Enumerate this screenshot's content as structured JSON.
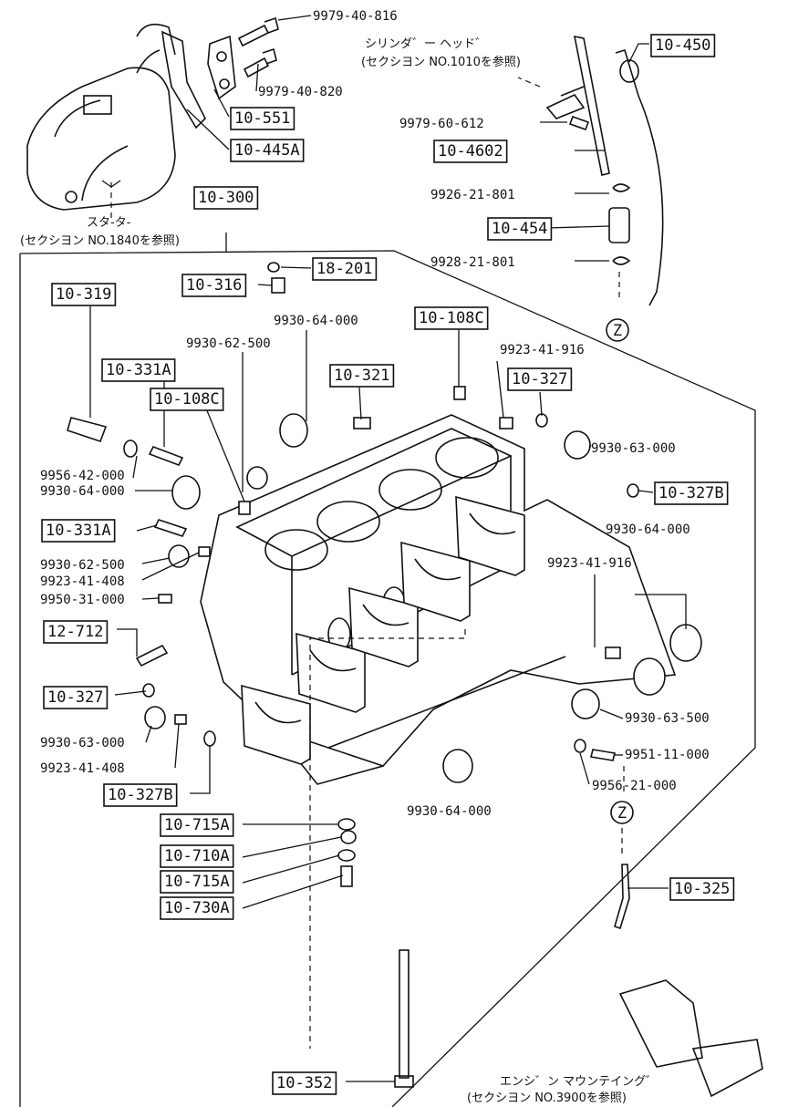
{
  "callouts": [
    {
      "text": "9979-40-816",
      "boxed": false
    },
    {
      "text": "9979-40-820",
      "boxed": false
    },
    {
      "text": "10-551",
      "boxed": true
    },
    {
      "text": "10-445A",
      "boxed": true
    },
    {
      "text": "10-300",
      "boxed": true
    },
    {
      "text": "10-450",
      "boxed": true
    },
    {
      "text": "9979-60-612",
      "boxed": false
    },
    {
      "text": "10-4602",
      "boxed": true
    },
    {
      "text": "9926-21-801",
      "boxed": false
    },
    {
      "text": "10-454",
      "boxed": true
    },
    {
      "text": "9928-21-801",
      "boxed": false
    },
    {
      "text": "18-201",
      "boxed": true
    },
    {
      "text": "10-316",
      "boxed": true
    },
    {
      "text": "9930-64-000",
      "boxed": false
    },
    {
      "text": "10-108C",
      "boxed": true
    },
    {
      "text": "10-319",
      "boxed": true
    },
    {
      "text": "9930-62-500",
      "boxed": false
    },
    {
      "text": "9923-41-916",
      "boxed": false
    },
    {
      "text": "10-331A",
      "boxed": true
    },
    {
      "text": "10-321",
      "boxed": true
    },
    {
      "text": "10-327",
      "boxed": true
    },
    {
      "text": "10-108C",
      "boxed": true
    },
    {
      "text": "9930-63-000",
      "boxed": false
    },
    {
      "text": "9956-42-000",
      "boxed": false
    },
    {
      "text": "9930-64-000",
      "boxed": false
    },
    {
      "text": "10-327B",
      "boxed": true
    },
    {
      "text": "10-331A",
      "boxed": true
    },
    {
      "text": "9930-64-000",
      "boxed": false
    },
    {
      "text": "9930-62-500",
      "boxed": false
    },
    {
      "text": "9923-41-916",
      "boxed": false
    },
    {
      "text": "9923-41-408",
      "boxed": false
    },
    {
      "text": "9950-31-000",
      "boxed": false
    },
    {
      "text": "12-712",
      "boxed": true
    },
    {
      "text": "10-327",
      "boxed": true
    },
    {
      "text": "9930-63-500",
      "boxed": false
    },
    {
      "text": "9930-63-000",
      "boxed": false
    },
    {
      "text": "9951-11-000",
      "boxed": false
    },
    {
      "text": "9923-41-408",
      "boxed": false
    },
    {
      "text": "9956-21-000",
      "boxed": false
    },
    {
      "text": "10-327B",
      "boxed": true
    },
    {
      "text": "9930-64-000",
      "boxed": false
    },
    {
      "text": "10-715A",
      "boxed": true
    },
    {
      "text": "10-710A",
      "boxed": true
    },
    {
      "text": "10-715A",
      "boxed": true
    },
    {
      "text": "10-730A",
      "boxed": true
    },
    {
      "text": "10-325",
      "boxed": true
    },
    {
      "text": "10-352",
      "boxed": true
    }
  ],
  "references": {
    "cylinder_head_name": "シリンダ゛ー ヘッド゛",
    "cylinder_head_section": "(セクシヨン NO.1010を参照)",
    "starter_name": "スタ-タ-",
    "starter_section": "(セクシヨン NO.1840を参照)",
    "mounting_name": "エンシ゛ン マウンテイング゛",
    "mounting_section": "(セクシヨン NO.3900を参照)"
  },
  "connector_marker": "Z"
}
